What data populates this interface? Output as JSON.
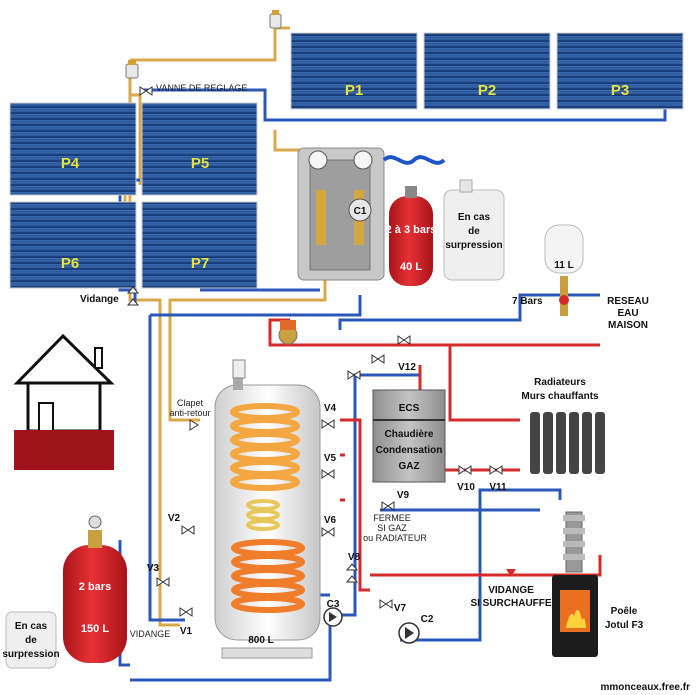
{
  "panels": [
    "P1",
    "P2",
    "P3",
    "P4",
    "P5",
    "P6",
    "P7"
  ],
  "labels": {
    "vanne_reglage": "VANNE DE REGLAGE",
    "vidange_top": "Vidange",
    "c1": "C1",
    "vessel_pressure": "2 à 3 bars",
    "vessel_volume": "40 L",
    "jerrycan_top": [
      "En cas",
      "de",
      "surpression"
    ],
    "expansion_11": "11 L",
    "bars7": "7 Bars",
    "reseau": [
      "RESEAU",
      "EAU",
      "MAISON"
    ],
    "clapet": [
      "Clapet",
      "anti-retour"
    ],
    "valves": [
      "V1",
      "V2",
      "V3",
      "V4",
      "V5",
      "V6",
      "V7",
      "V8",
      "V9",
      "V10",
      "V11",
      "V12"
    ],
    "ecs": "ECS",
    "chaudiere": [
      "Chaudière",
      "Condensation",
      "GAZ"
    ],
    "radiateurs": [
      "Radiateurs",
      "Murs chauffants"
    ],
    "v9_note": [
      "FERMEE",
      "SI GAZ",
      "ou RADIATEUR"
    ],
    "vidange_surchauffe": [
      "VIDANGE",
      "SI SURCHAUFFE"
    ],
    "poele": [
      "Poêle",
      "Jotul F3"
    ],
    "tank_volume": "800 L",
    "vidange_bottom": "VIDANGE",
    "c2": "C2",
    "c3": "C3",
    "vessel2_pressure": "2 bars",
    "vessel2_volume": "150 L",
    "jerrycan_bottom": [
      "En cas",
      "de",
      "surpression"
    ],
    "credit": "mmonceaux.free.fr"
  },
  "colors": {
    "hot": "#d42a2a",
    "cold": "#2a57b8",
    "solar": "#d9a84a",
    "panel": "#1f4d8f",
    "vessel": "#d8262b",
    "boiler": "#9a9a9a"
  }
}
